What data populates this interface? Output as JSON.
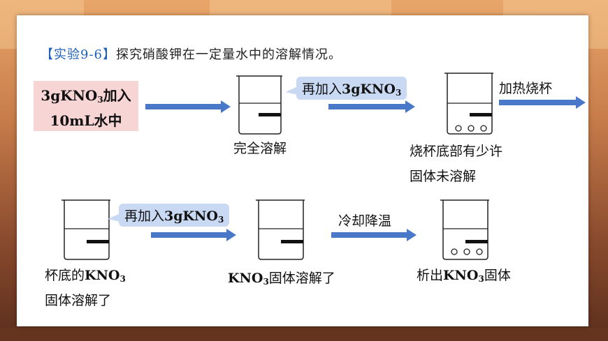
{
  "title": {
    "tag": "【实验9-6】",
    "text": "探究硝酸钾在一定量水中的溶解情况。"
  },
  "start_box": {
    "line1_pre": "3gKNO",
    "line1_sub": "3",
    "line1_post": "加入",
    "line2": "10mL水中"
  },
  "step1": {
    "bubble_pre": "再加入",
    "bubble_chem": "3gKNO",
    "bubble_sub": "3",
    "result": "完全溶解"
  },
  "step2": {
    "arrow_label": "加热烧杯",
    "result_line1": "烧杯底部有少许",
    "result_line2": "固体未溶解"
  },
  "step3": {
    "result_pre": "杯底的",
    "result_chem": "KNO",
    "result_sub": "3",
    "result_line2": "固体溶解了"
  },
  "step4": {
    "bubble_pre": "再加入",
    "bubble_chem": "3gKNO",
    "bubble_sub": "3",
    "result_chem": "KNO",
    "result_sub": "3",
    "result_post": "固体溶解了"
  },
  "step5": {
    "arrow_label": "冷却降温",
    "result_pre": "析出",
    "result_chem": "KNO",
    "result_sub": "3",
    "result_post": "固体"
  },
  "colors": {
    "arrow": "#4a78c8",
    "bubble": "#c9d9f3",
    "box": "#f7d5d5",
    "tag": "#1f5fbf"
  }
}
